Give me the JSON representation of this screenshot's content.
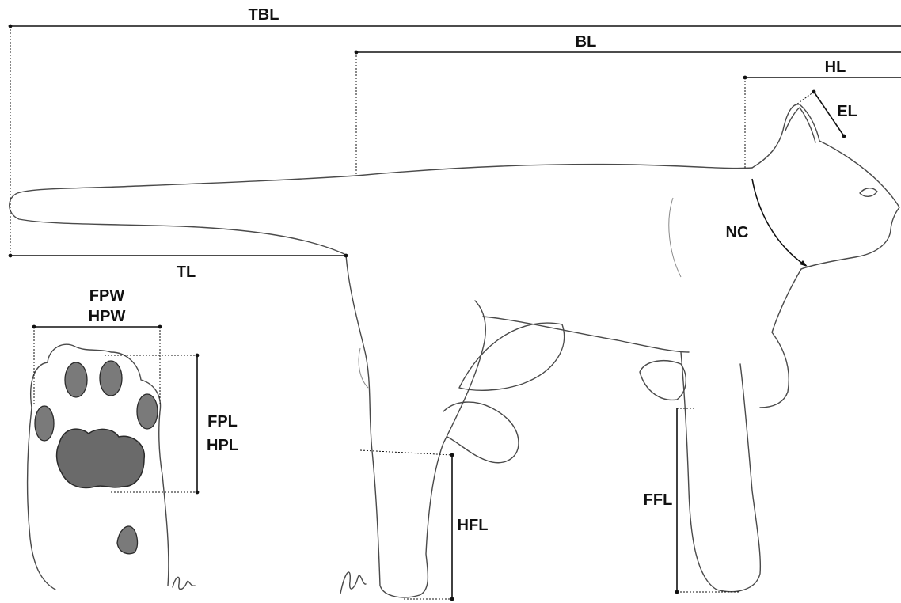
{
  "labels": {
    "tbl": "TBL",
    "bl": "BL",
    "hl": "HL",
    "el": "EL",
    "tl": "TL",
    "nc": "NC",
    "fpw": "FPW",
    "hpw": "HPW",
    "fpl": "FPL",
    "hpl": "HPL",
    "hfl": "HFL",
    "ffl": "FFL"
  },
  "colors": {
    "ink": "#111111",
    "pencil": "#4a4a4a",
    "pad_shade": "#6a6a6a"
  }
}
